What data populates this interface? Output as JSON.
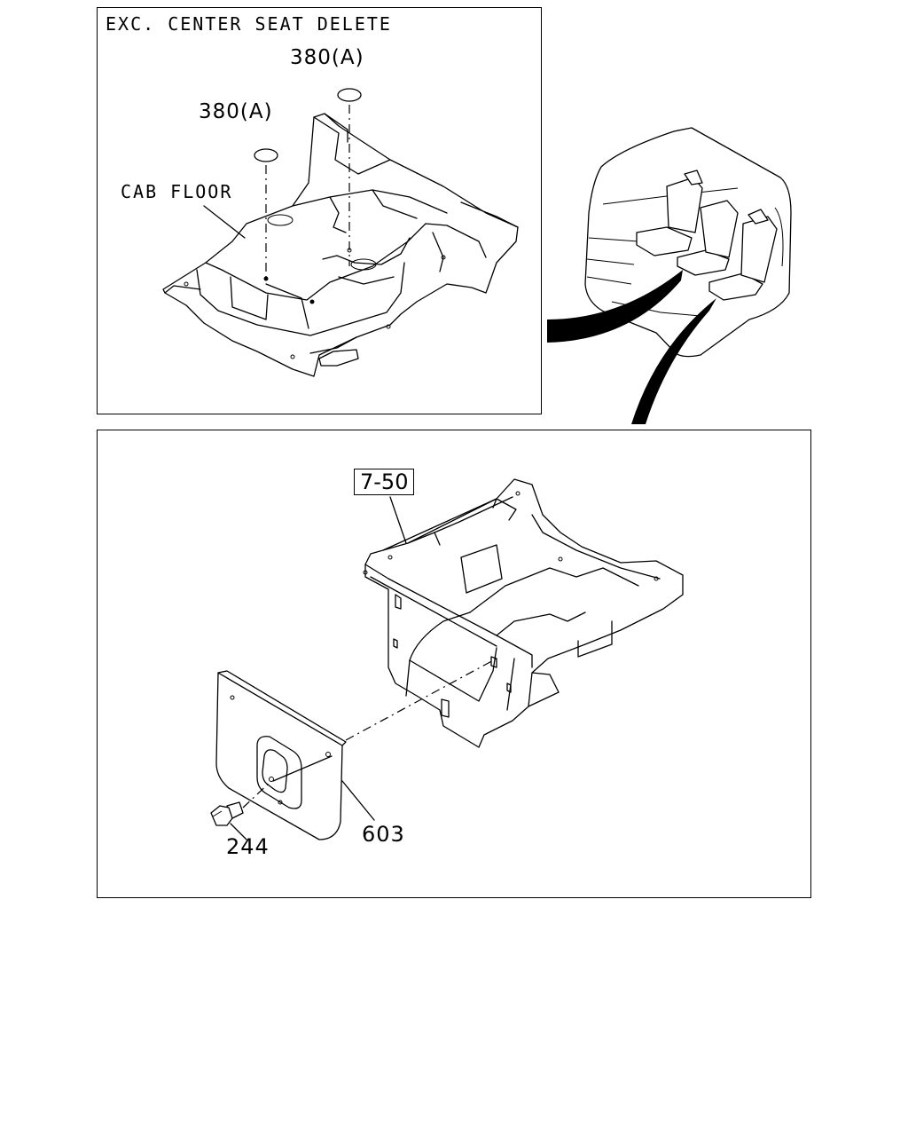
{
  "top_panel": {
    "title": "EXC. CENTER SEAT DELETE",
    "callout_380_upper": "380(A)",
    "callout_380_lower": "380(A)",
    "cab_floor_label": "CAB FLOOR"
  },
  "bottom_panel": {
    "ref_box": "7-50",
    "callout_603": "603",
    "callout_244": "244"
  }
}
